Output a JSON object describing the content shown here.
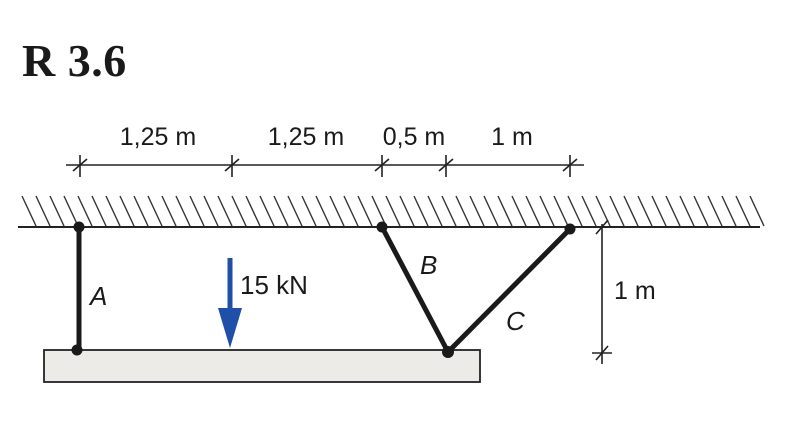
{
  "title": "R 3.6",
  "dimensions": {
    "spans": [
      "1,25 m",
      "1,25 m",
      "0,5 m",
      "1 m"
    ],
    "height": "1 m"
  },
  "load": {
    "value": "15 kN",
    "color": "#1f4fa8"
  },
  "members": {
    "a": "A",
    "b": "B",
    "c": "C"
  }
}
